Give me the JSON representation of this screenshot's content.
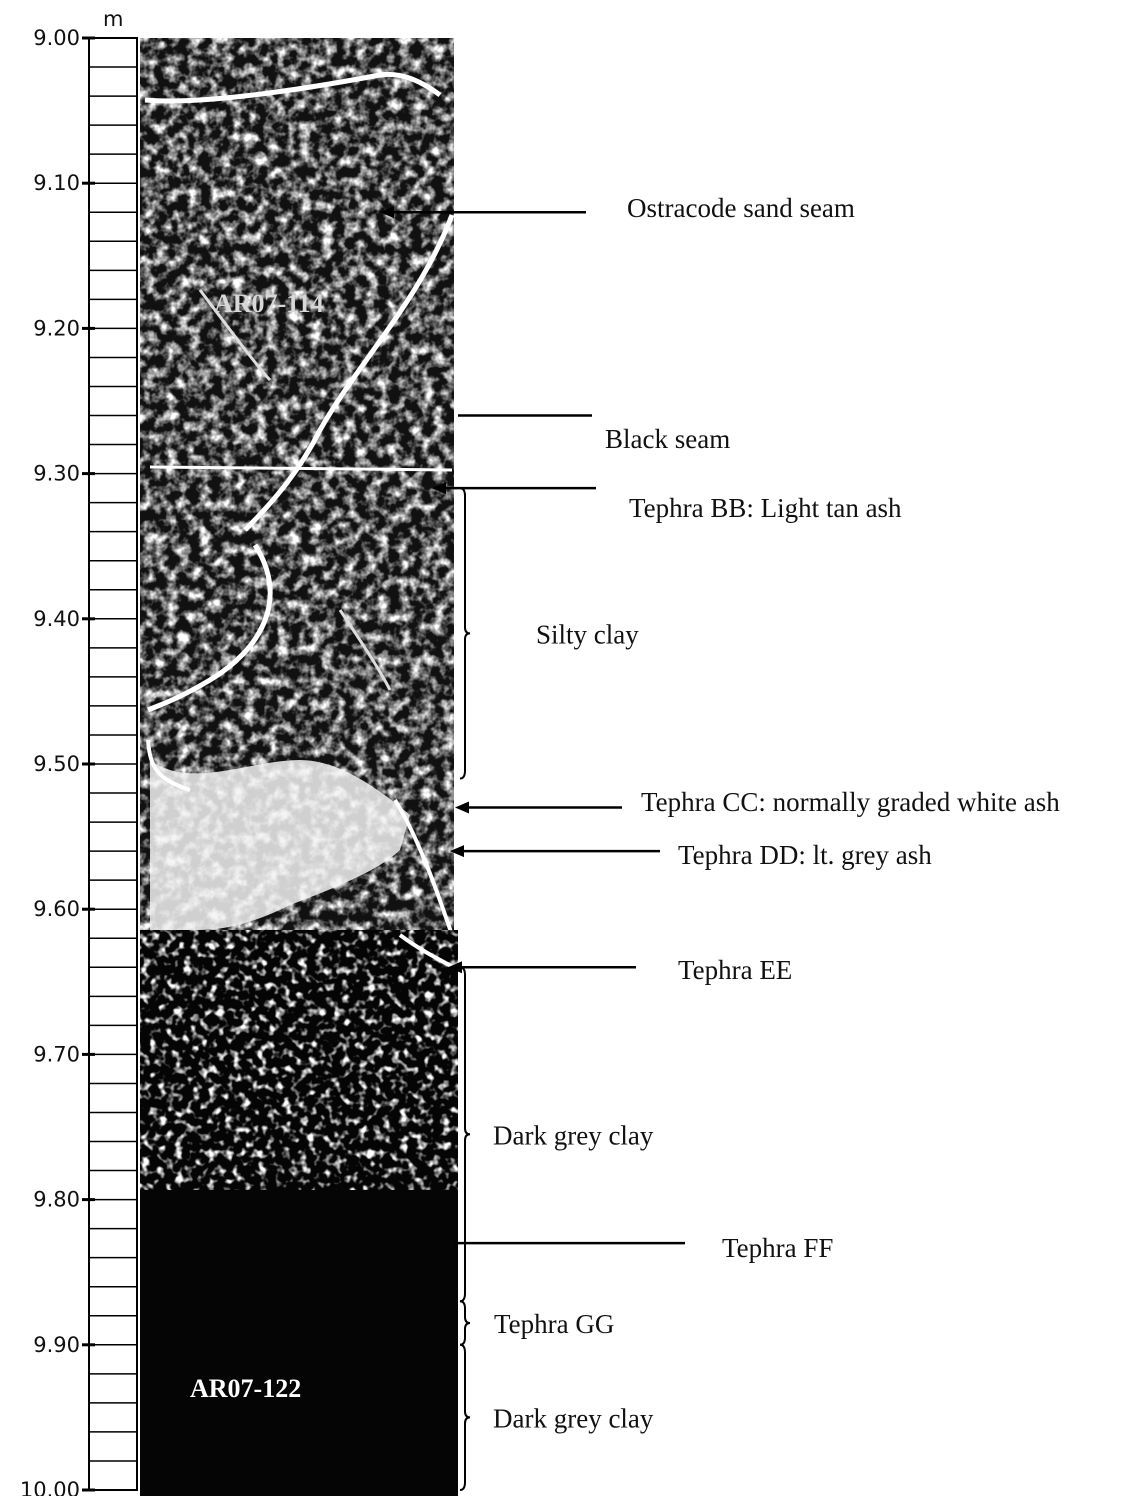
{
  "scale": {
    "unit": "m",
    "depth_labels": [
      "9.00",
      "9.10",
      "9.20",
      "9.30",
      "9.40",
      "9.50",
      "9.60",
      "9.70",
      "9.80",
      "9.90",
      "10.00"
    ]
  },
  "core_labels": {
    "upper": "AR07-114",
    "lower": "AR07-122"
  },
  "annotations": [
    {
      "id": "ostracode-sand-seam",
      "text": "Ostracode sand seam",
      "kind": "arrow",
      "depth": 9.12
    },
    {
      "id": "black-seam",
      "text": "Black seam",
      "kind": "line",
      "depth": 9.26
    },
    {
      "id": "tephra-bb",
      "text": "Tephra BB: Light tan ash",
      "kind": "arrow",
      "depth": 9.31
    },
    {
      "id": "silty-clay",
      "text": "Silty clay",
      "kind": "brace",
      "from": 9.31,
      "to": 9.51
    },
    {
      "id": "tephra-cc",
      "text": "Tephra CC: normally graded white ash",
      "kind": "arrow",
      "depth": 9.53
    },
    {
      "id": "tephra-dd",
      "text": "Tephra DD: lt. grey ash",
      "kind": "arrow",
      "depth": 9.56
    },
    {
      "id": "tephra-ee",
      "text": "Tephra EE",
      "kind": "arrow",
      "depth": 9.64
    },
    {
      "id": "dark-grey-clay-1",
      "text": "Dark grey clay",
      "kind": "brace",
      "from": 9.64,
      "to": 9.87
    },
    {
      "id": "tephra-ff",
      "text": "Tephra FF",
      "kind": "line",
      "depth": 9.83
    },
    {
      "id": "tephra-gg",
      "text": "Tephra GG",
      "kind": "brace",
      "from": 9.87,
      "to": 9.9
    },
    {
      "id": "dark-grey-clay-2",
      "text": "Dark grey clay",
      "kind": "brace",
      "from": 9.9,
      "to": 10.0
    }
  ]
}
